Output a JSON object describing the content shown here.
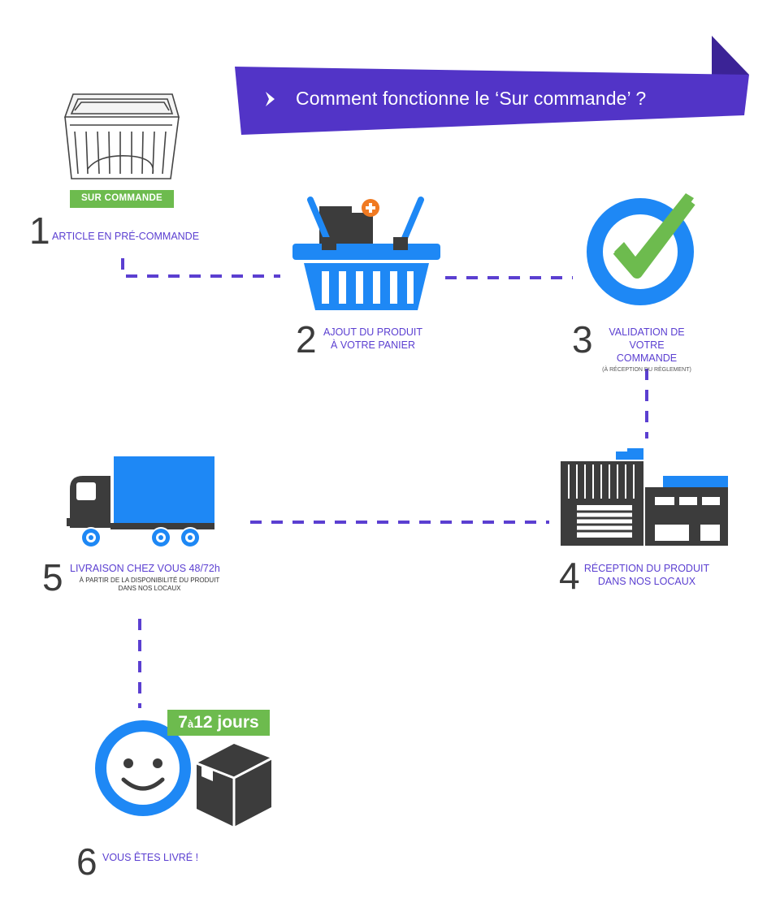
{
  "banner": {
    "title": "Comment fonctionne le ‘Sur commande’ ?",
    "color": "#5234c7",
    "fold_color": "#3b2396"
  },
  "colors": {
    "accent_purple": "#5b3fd1",
    "blue": "#1e88f5",
    "dark": "#3c3c3c",
    "green": "#6dbb4e",
    "orange": "#f07a22"
  },
  "steps": [
    {
      "number": "1",
      "label": "ARTICLE EN PRÉ-COMMANDE",
      "badge": "SUR COMMANDE",
      "icon": "food-container-icon"
    },
    {
      "number": "2",
      "label_line1": "AJOUT DU PRODUIT",
      "label_line2": "À VOTRE PANIER",
      "icon": "shopping-basket-icon"
    },
    {
      "number": "3",
      "label_line1": "VALIDATION DE VOTRE",
      "label_line2": "COMMANDE",
      "note": "(À RÉCEPTION DU RÈGLEMENT)",
      "icon": "check-circle-icon"
    },
    {
      "number": "4",
      "label_line1": "RÉCEPTION DU PRODUIT",
      "label_line2": "DANS NOS LOCAUX",
      "icon": "warehouse-icon"
    },
    {
      "number": "5",
      "label": "LIVRAISON CHEZ VOUS 48/72h",
      "note_line1": "À PARTIR DE LA DISPONIBILITÉ DU PRODUIT",
      "note_line2": "DANS NOS LOCAUX",
      "icon": "delivery-truck-icon"
    },
    {
      "number": "6",
      "label": "VOUS ÊTES LIVRÉ !",
      "badge_a": "7",
      "badge_b": "à",
      "badge_c": "12 jours",
      "icon": "smiley-icon"
    }
  ]
}
